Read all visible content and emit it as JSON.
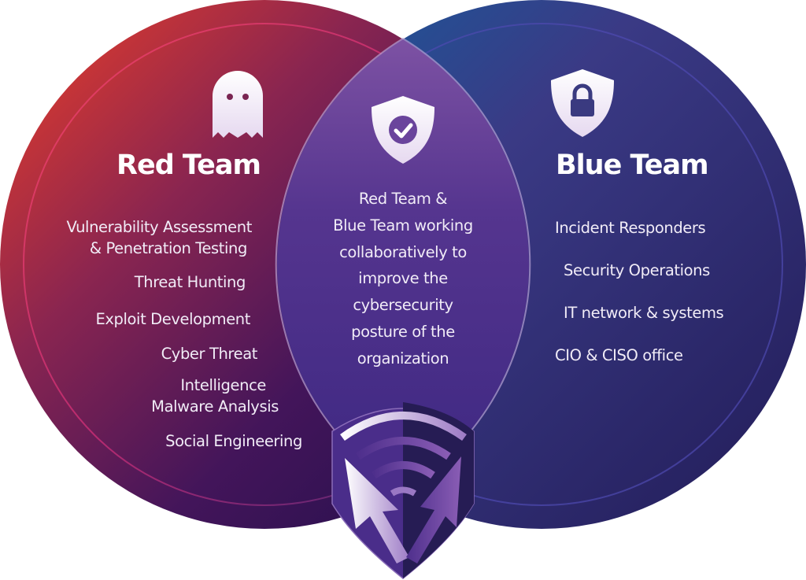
{
  "colors": {
    "red_circle_start": "#e23e2d",
    "red_circle_mid": "#7a2250",
    "red_circle_end": "#2a1152",
    "blue_circle_start": "#1f5a98",
    "blue_circle_end": "#2a2160",
    "overlap_top": "#7e51a3",
    "overlap_bottom": "#3e2a82",
    "red_ring": "#e2366e",
    "blue_ring": "#5048a8",
    "text": "#f1ecf7"
  },
  "red_team": {
    "title": "Red Team",
    "icon": "ghost-icon",
    "items": [
      "Vulnerability Assessment",
      "& Penetration Testing",
      "Threat Hunting",
      "Exploit Development",
      "Cyber Threat",
      "Intelligence",
      "Malware Analysis",
      "Social Engineering"
    ]
  },
  "blue_team": {
    "title": "Blue Team",
    "icon": "shield-lock-icon",
    "items": [
      "Incident Responders",
      "Security Operations",
      "IT network & systems",
      "CIO & CISO office"
    ]
  },
  "overlap": {
    "icon": "shield-check-icon",
    "lines": [
      "Red Team &",
      "Blue Team working",
      "collaboratively to",
      "improve the",
      "cybersecurity",
      "posture of the",
      "organization"
    ]
  },
  "logo": {
    "icon": "purple-team-shield-logo-icon"
  }
}
